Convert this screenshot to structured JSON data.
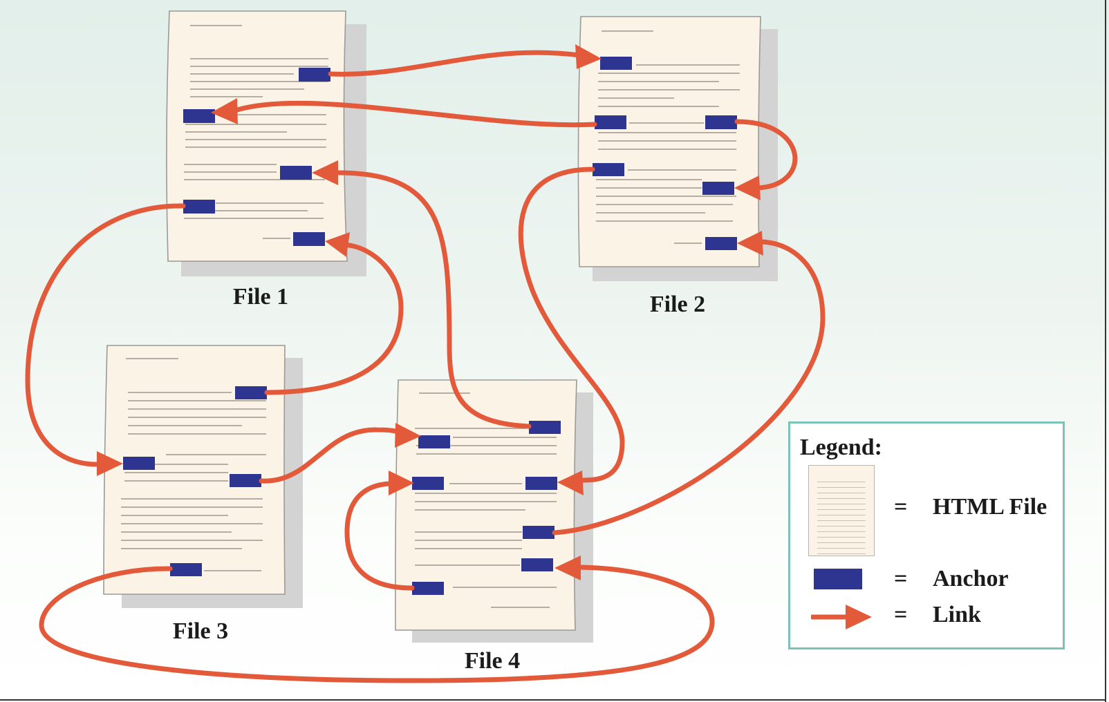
{
  "files": [
    {
      "id": "file1",
      "label": "File 1"
    },
    {
      "id": "file2",
      "label": "File 2"
    },
    {
      "id": "file3",
      "label": "File 3"
    },
    {
      "id": "file4",
      "label": "File 4"
    }
  ],
  "legend": {
    "title": "Legend:",
    "equals": "=",
    "items": [
      {
        "key": "html-file",
        "label": "HTML File"
      },
      {
        "key": "anchor",
        "label": "Anchor"
      },
      {
        "key": "link",
        "label": "Link"
      }
    ]
  },
  "colors": {
    "anchor": "#2e3590",
    "link": "#e35a3b",
    "page": "#fbf3e6",
    "legend_border": "#7cc2b6"
  }
}
